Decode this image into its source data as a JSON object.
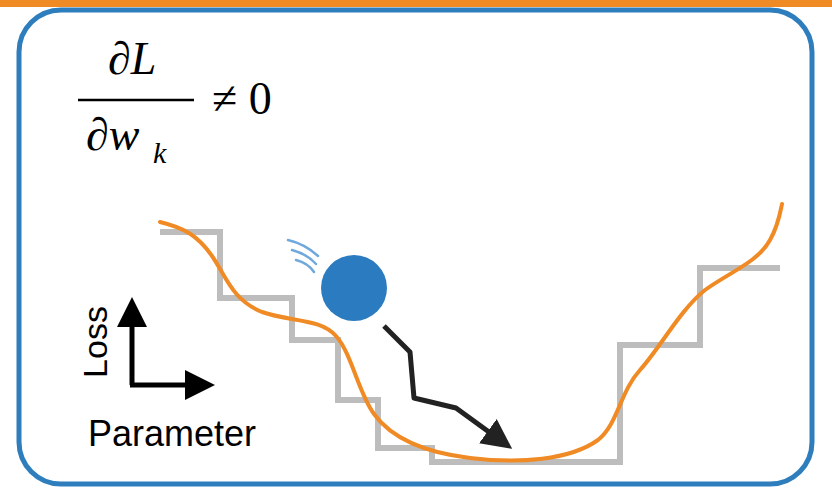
{
  "diagram": {
    "labels": [
      "∂L",
      "∂w",
      "k",
      "≠ 0",
      "Loss",
      "Parameter"
    ]
  }
}
